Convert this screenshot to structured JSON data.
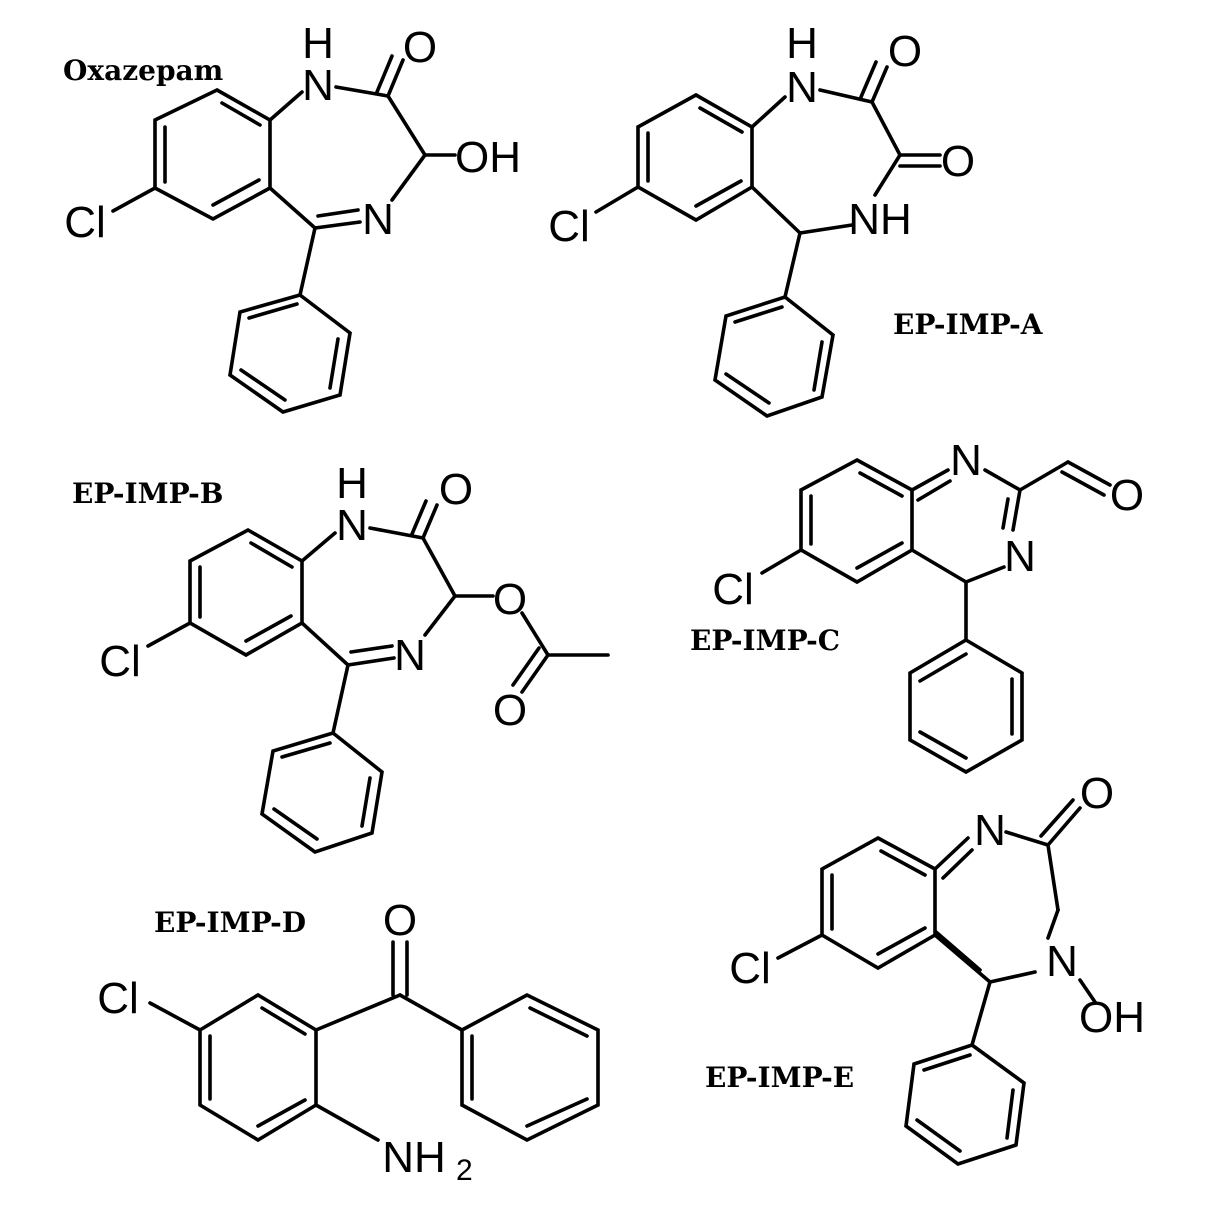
{
  "labels": {
    "oxazepam": "Oxazepam",
    "imp_a": "EP-IMP-A",
    "imp_b": "EP-IMP-B",
    "imp_c": "EP-IMP-C",
    "imp_d": "EP-IMP-D",
    "imp_e": "EP-IMP-E"
  },
  "atoms": {
    "H": "H",
    "N": "N",
    "NH": "NH",
    "O": "O",
    "OH": "OH",
    "Cl": "Cl",
    "NH2": "NH",
    "sub2": "2"
  }
}
